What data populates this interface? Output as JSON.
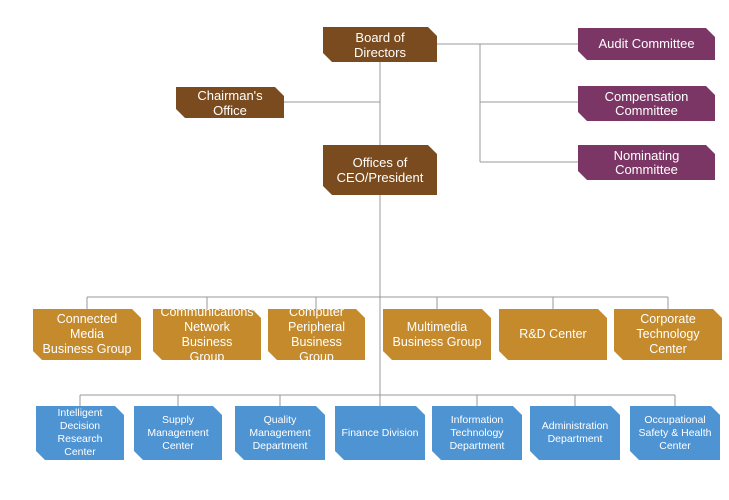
{
  "colors": {
    "governance": "#7a4b1e",
    "committee": "#7b3665",
    "business_group": "#c48a2b",
    "support_unit": "#4e93d2",
    "connector": "#9a9a9a"
  },
  "governance": {
    "board": "Board of Directors",
    "chairman": "Chairman's Office",
    "ceo": "Offices of\nCEO/President"
  },
  "committees": [
    "Audit Committee",
    "Compensation\nCommittee",
    "Nominating\nCommittee"
  ],
  "business_groups": [
    "Connected Media\nBusiness Group",
    "Communications\nNetwork Business\nGroup",
    "Computer\nPeripheral\nBusiness Group",
    "Multimedia\nBusiness Group",
    "R&D Center",
    "Corporate\nTechnology\nCenter"
  ],
  "support_units": [
    "Intelligent\nDecision\nResearch Center",
    "Supply\nManagement\nCenter",
    "Quality\nManagement\nDepartment",
    "Finance Division",
    "Information\nTechnology\nDepartment",
    "Administration\nDepartment",
    "Occupational\nSafety & Health\nCenter"
  ]
}
